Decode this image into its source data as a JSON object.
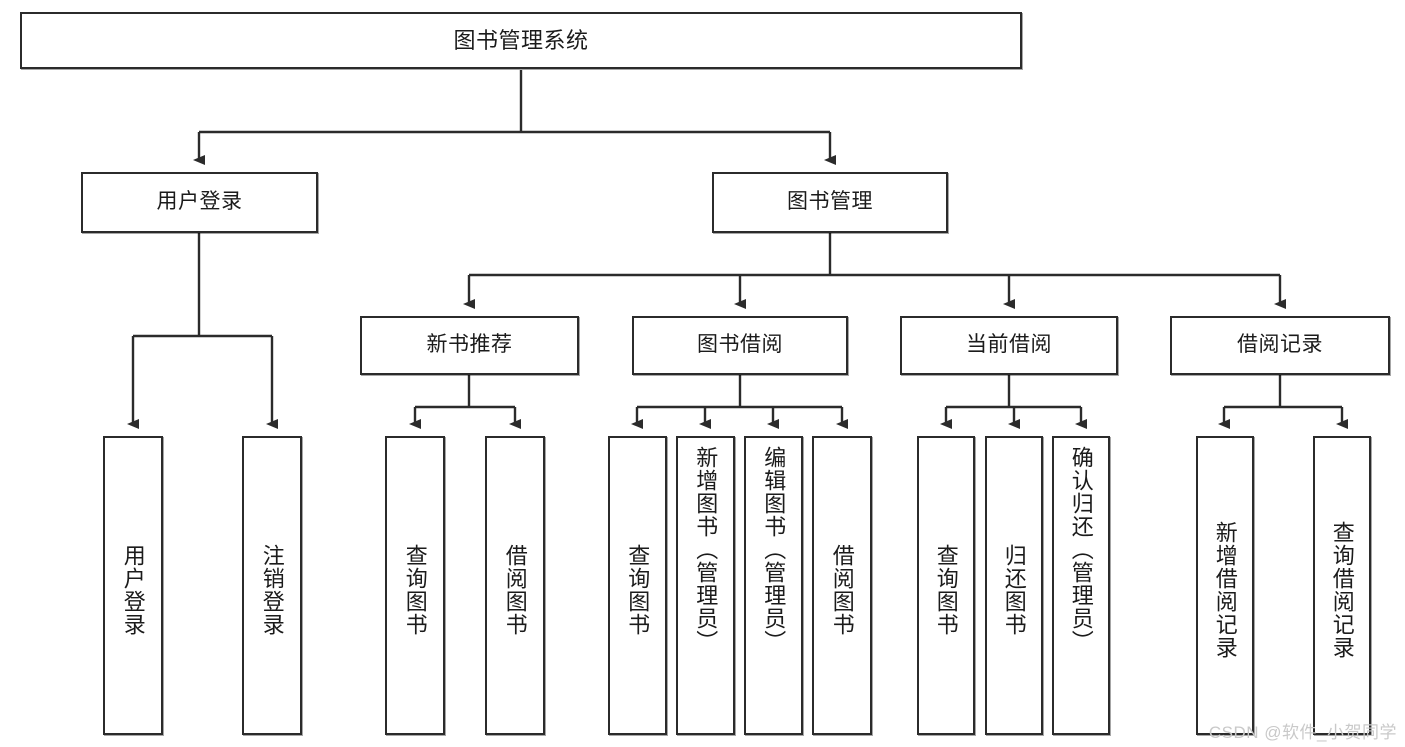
{
  "diagram": {
    "title": "图书管理系统",
    "type": "tree-hierarchy",
    "watermark": "CSDN @软件_小贺同学",
    "stroke_color": "#2b2b2b",
    "fill_color": "#ffffff",
    "text_color": "#1b1b1b",
    "nodes": {
      "root": {
        "label": "图书管理系统"
      },
      "level2": [
        {
          "label": "用户登录"
        },
        {
          "label": "图书管理"
        }
      ],
      "level3": [
        {
          "label": "新书推荐"
        },
        {
          "label": "图书借阅"
        },
        {
          "label": "当前借阅"
        },
        {
          "label": "借阅记录"
        }
      ],
      "leaves": {
        "user_login": [
          {
            "label": "用户登录"
          },
          {
            "label": "注销登录"
          }
        ],
        "new_book_recommend": [
          {
            "label": "查询图书"
          },
          {
            "label": "借阅图书"
          }
        ],
        "book_borrow": [
          {
            "label": "查询图书"
          },
          {
            "label": "新增图书（管理员）"
          },
          {
            "label": "编辑图书（管理员）"
          },
          {
            "label": "借阅图书"
          }
        ],
        "current_borrow": [
          {
            "label": "查询图书"
          },
          {
            "label": "归还图书"
          },
          {
            "label": "确认归还（管理员）"
          }
        ],
        "borrow_record": [
          {
            "label": "新增借阅记录"
          },
          {
            "label": "查询借阅记录"
          }
        ]
      }
    }
  }
}
